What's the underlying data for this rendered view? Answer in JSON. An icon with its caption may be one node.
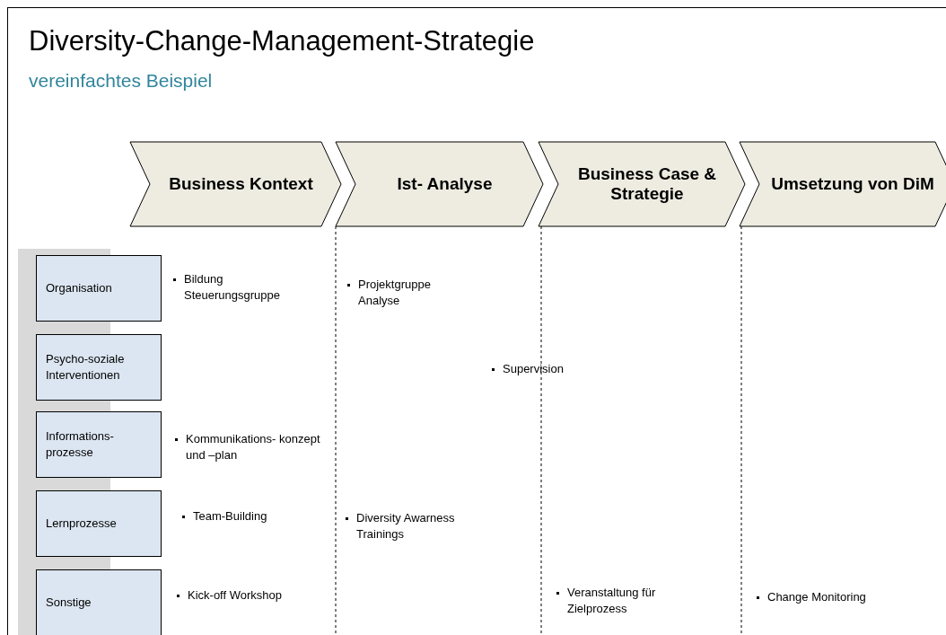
{
  "diagram": {
    "title": "Diversity-Change-Management-Strategie",
    "nodes": [
      {
        "text": [
          "Business Kontext"
        ]
      },
      {
        "text": [
          "Ist- Analyse"
        ]
      },
      {
        "text": [
          "Business Case & Strategie"
        ]
      },
      {
        "text": [
          "Umsetzung von DiM"
        ]
      },
      {
        "text": [
          "Organisation"
        ]
      },
      {
        "text": [
          "Psycho-soziale Interventionen"
        ]
      },
      {
        "text": [
          "Informations- prozesse"
        ]
      },
      {
        "text": [
          "Lernprozesse"
        ]
      },
      {
        "text": [
          "Sonstige"
        ]
      }
    ],
    "edges": [],
    "labels": [
      "vereinfachtes Beispiel",
      "Bildung Steuerungsgruppe",
      "Projektgruppe Analyse",
      "Supervision",
      "Kommunikations- konzept und –plan",
      "Team-Building",
      "Diversity Awarness Trainings",
      "Kick-off Workshop",
      "Veranstaltung für Zielprozess",
      "Change Monitoring"
    ]
  }
}
